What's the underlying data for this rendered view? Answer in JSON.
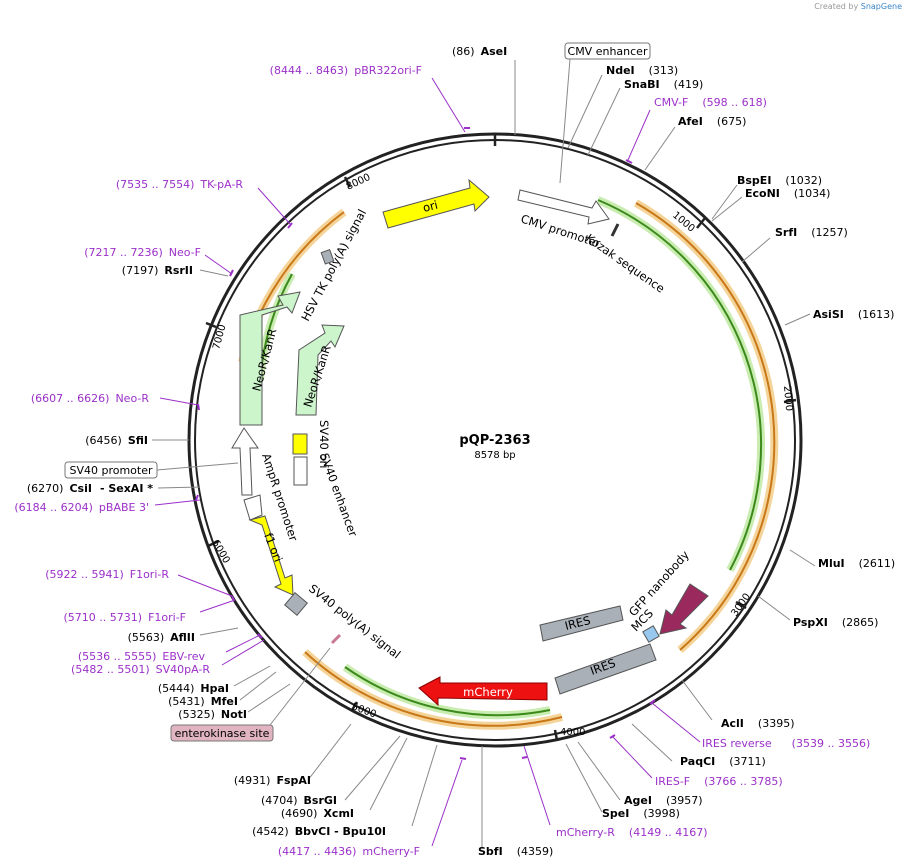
{
  "credit": {
    "prefix": "Created by",
    "brand": "SnapGene"
  },
  "plasmid": {
    "name": "pQP-2363",
    "size": "8578 bp"
  },
  "sites": [
    {
      "pos": "(86)",
      "name": "AseI"
    },
    {
      "pos": "(313)",
      "name": "NdeI"
    },
    {
      "pos": "(419)",
      "name": "SnaBI"
    },
    {
      "pos": "(675)",
      "name": "AfeI"
    },
    {
      "pos": "(1032)",
      "name": "BspEI"
    },
    {
      "pos": "(1034)",
      "name": "EcoNI"
    },
    {
      "pos": "(1257)",
      "name": "SrfI"
    },
    {
      "pos": "(1613)",
      "name": "AsiSI"
    },
    {
      "pos": "(2611)",
      "name": "MluI"
    },
    {
      "pos": "(2865)",
      "name": "PspXI"
    },
    {
      "pos": "(3395)",
      "name": "AclI"
    },
    {
      "pos": "(3711)",
      "name": "PaqCI"
    },
    {
      "pos": "(3957)",
      "name": "AgeI"
    },
    {
      "pos": "(3998)",
      "name": "SpeI"
    },
    {
      "pos": "(4359)",
      "name": "SbfI"
    },
    {
      "pos": "(4542)",
      "name": "BbvCI - Bpu10I"
    },
    {
      "pos": "(4690)",
      "name": "XcmI"
    },
    {
      "pos": "(4704)",
      "name": "BsrGI"
    },
    {
      "pos": "(4931)",
      "name": "FspAI"
    },
    {
      "pos": "(5325)",
      "name": "NotI"
    },
    {
      "pos": "(5431)",
      "name": "MfeI"
    },
    {
      "pos": "(5444)",
      "name": "HpaI"
    },
    {
      "pos": "(5563)",
      "name": "AflII"
    },
    {
      "pos": "(6270)",
      "name": "CsiI"
    },
    {
      "pos": "- SexAI *",
      "name": ""
    },
    {
      "pos": "(6456)",
      "name": "SfiI"
    },
    {
      "pos": "(7197)",
      "name": "RsrII"
    }
  ],
  "primers": [
    {
      "range": "(8444 .. 8463)",
      "name": "pBR322ori-F"
    },
    {
      "range": "(598 .. 618)",
      "name": "CMV-F"
    },
    {
      "range": "(7535 .. 7554)",
      "name": "TK-pA-R"
    },
    {
      "range": "(7217 .. 7236)",
      "name": "Neo-F"
    },
    {
      "range": "(6607 .. 6626)",
      "name": "Neo-R"
    },
    {
      "range": "(6184 .. 6204)",
      "name": "pBABE 3'"
    },
    {
      "range": "(5922 .. 5941)",
      "name": "F1ori-R"
    },
    {
      "range": "(5710 .. 5731)",
      "name": "F1ori-F"
    },
    {
      "range": "(5536 .. 5555)",
      "name": "EBV-rev"
    },
    {
      "range": "(5482 .. 5501)",
      "name": "SV40pA-R"
    },
    {
      "range": "(3539 .. 3556)",
      "name": "IRES reverse"
    },
    {
      "range": "(3766 .. 3785)",
      "name": "IRES-F"
    },
    {
      "range": "(4149 .. 4167)",
      "name": "mCherry-R"
    },
    {
      "range": "(4417 .. 4436)",
      "name": "mCherry-F"
    }
  ],
  "boxed": {
    "cmv_enhancer": "CMV enhancer",
    "sv40_promoter": "SV40 promoter",
    "enterokinase": "enterokinase site"
  },
  "features": {
    "ori": "ori",
    "cmv_promoter": "CMV promoter",
    "kozak": "Kozak sequence",
    "hsv_tk": "HSV TK poly(A) signal",
    "neor_outer": "NeoR/KanR",
    "neor_inner": "NeoR/KanR",
    "sv40_ori": "SV40 ori",
    "sv40_enhancer": "SV40 enhancer",
    "ampr_promoter": "AmpR promoter",
    "f1_ori": "f1 ori",
    "sv40_polya": "SV40 poly(A) signal",
    "mcherry": "mCherry",
    "ires1": "IRES",
    "ires2": "IRES",
    "gfp_nanobody": "GFP nanobody",
    "mcs": "MCS"
  },
  "ticks": [
    "1000",
    "2000",
    "3000",
    "4000",
    "5000",
    "6000",
    "7000",
    "8000"
  ],
  "colors": {
    "backbone": "#222222",
    "primer": "#9b30c8",
    "ori": "#ffff00",
    "neor": "#ccf5cc",
    "mcherry": "#ee1111",
    "ires": "#a9b0b8",
    "nanobody": "#9a2a5e",
    "mcs": "#99c8ee",
    "orf_orange": "#e8a030",
    "orf_green": "#60a830",
    "enterokinase_fill": "#e0b4c0"
  }
}
